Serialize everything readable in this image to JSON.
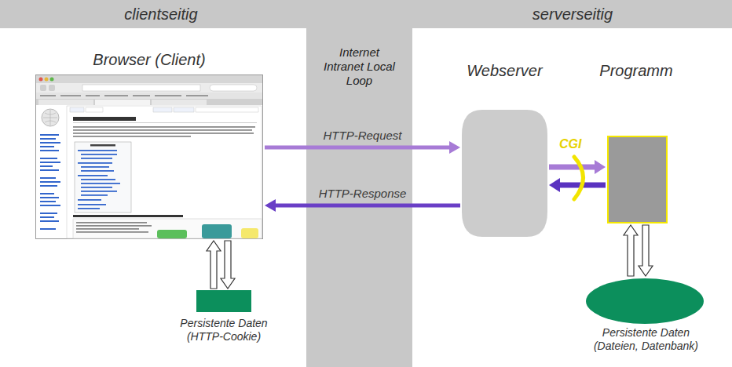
{
  "diagram": {
    "nodes": [
      {
        "text": [
          "clientseitig",
          "serverseitig"
        ]
      },
      {
        "text": [
          "Internet Intranet Local Loop"
        ]
      },
      {
        "text": [
          "Browser (Client)"
        ]
      },
      {
        "text": [
          "Webserver"
        ]
      },
      {
        "text": [
          "Programm"
        ]
      },
      {
        "text": [
          "Persistente Daten (HTTP-Cookie)"
        ]
      },
      {
        "text": [
          "Persistente Daten (Dateien, Datenbank)"
        ]
      }
    ],
    "edges": [
      {
        "from": 2,
        "to": 3,
        "arrow": "to",
        "label": "HTTP-Request"
      },
      {
        "from": 3,
        "to": 2,
        "arrow": "to",
        "label": "HTTP-Response"
      },
      {
        "from": 3,
        "to": 4,
        "arrow": "to"
      },
      {
        "from": 4,
        "to": 3,
        "arrow": "to"
      },
      {
        "from": 5,
        "to": 2,
        "arrow": "to"
      },
      {
        "from": 2,
        "to": 5,
        "arrow": "to"
      },
      {
        "from": 6,
        "to": 4,
        "arrow": "to"
      },
      {
        "from": 4,
        "to": 6,
        "arrow": "to"
      }
    ],
    "labels": [
      "CGI"
    ]
  }
}
